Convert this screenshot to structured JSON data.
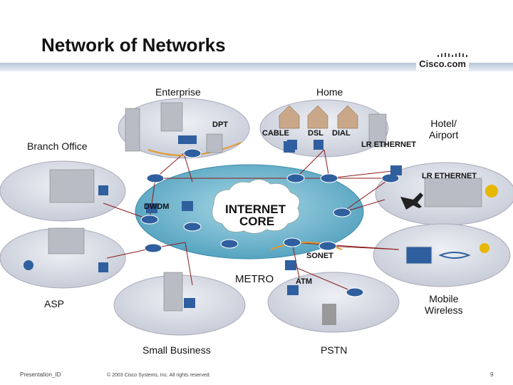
{
  "header": {
    "title": "Network of Networks",
    "brand": "Cisco.com"
  },
  "regions": {
    "enterprise": "Enterprise",
    "home": "Home",
    "hotel": "Hotel/\nAirport",
    "branch": "Branch Office",
    "asp": "ASP",
    "mobile": "Mobile\nWireless",
    "small_business": "Small Business",
    "pstn": "PSTN"
  },
  "core": {
    "line1": "INTERNET",
    "line2": "CORE",
    "metro": "METRO"
  },
  "links": {
    "dpt": "DPT",
    "cable": "CABLE",
    "dsl": "DSL",
    "dial": "DIAL",
    "lr_ethernet_top": "LR ETHERNET",
    "lr_ethernet_right": "LR ETHERNET",
    "dwdm": "DWDM",
    "sonet": "SONET",
    "atm": "ATM"
  },
  "footer": {
    "presentation_id": "Presentation_ID",
    "copyright": "© 2003 Cisco Systems, Inc. All rights reserved.",
    "page": "9"
  },
  "colors": {
    "disc": "#d9dde6",
    "core_ring": "#6fb6cf",
    "cloud": "#ffffff",
    "router": "#2f5f9e",
    "link": "#8a1a1a"
  }
}
